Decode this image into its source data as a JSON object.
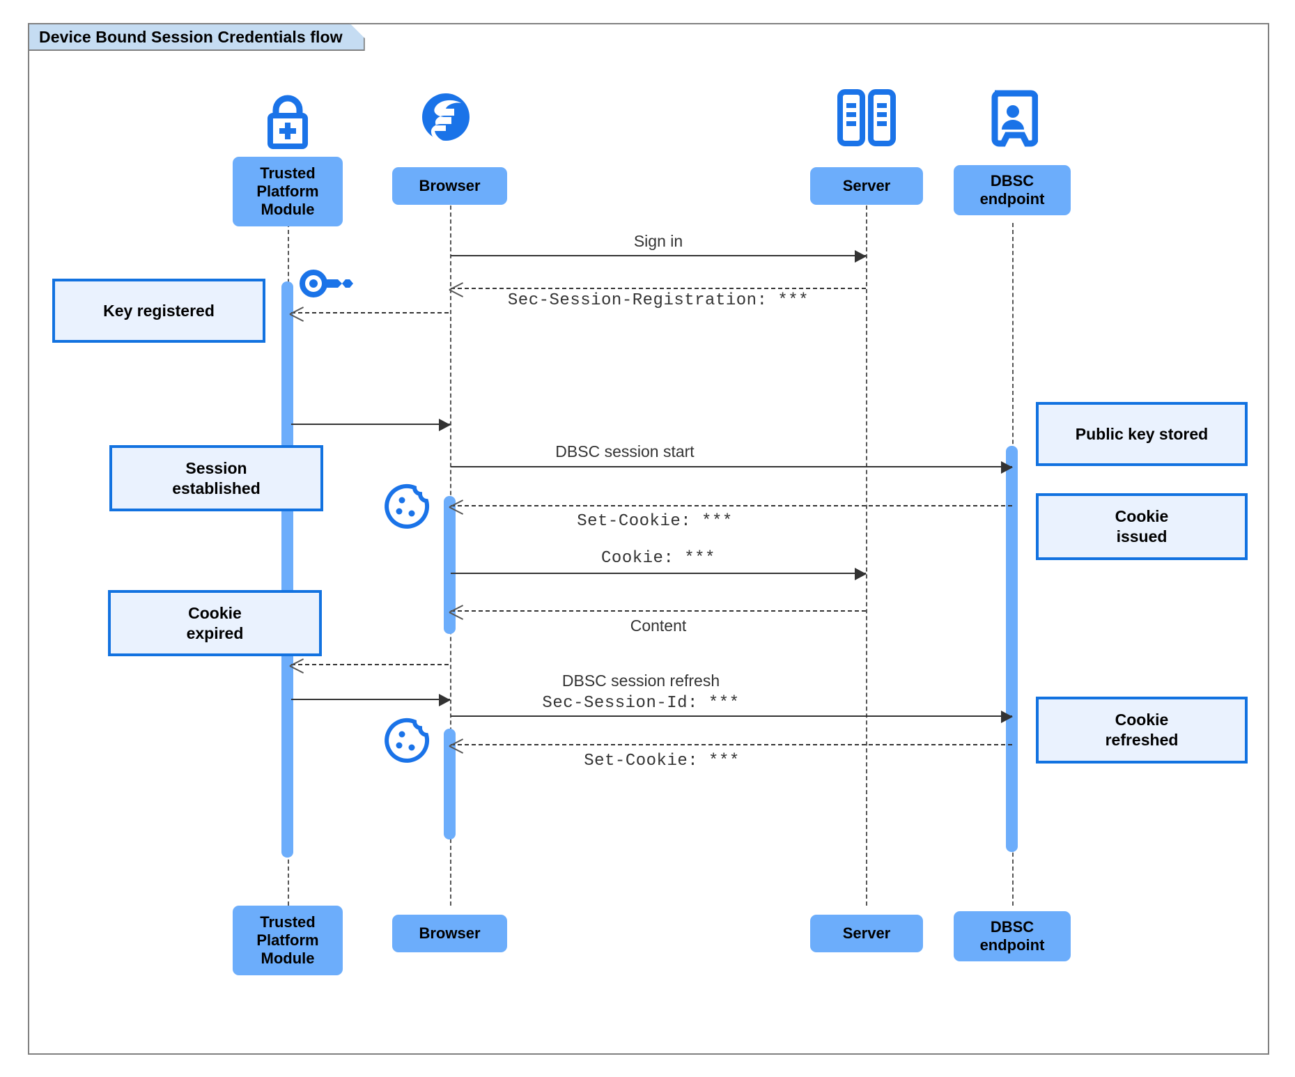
{
  "diagram": {
    "title": "Device Bound Session Credentials flow",
    "type": "sequence-diagram",
    "colors": {
      "participant_fill": "#6cadfb",
      "note_fill": "#eaf2fe",
      "note_border": "#1272e0",
      "activation_fill": "#6cadfb",
      "icon_blue": "#1a73e8",
      "frame_border": "#808080",
      "title_fill": "#c5dcf2",
      "line": "#333333"
    }
  },
  "participants": [
    {
      "id": "tpm",
      "label": "Trusted\nPlatform\nModule",
      "icon": "padlock-plus-icon"
    },
    {
      "id": "browser",
      "label": "Browser",
      "icon": "globe-icon"
    },
    {
      "id": "server",
      "label": "Server",
      "icon": "server-racks-icon"
    },
    {
      "id": "dbsc",
      "label": "DBSC\nendpoint",
      "icon": "id-badge-icon"
    }
  ],
  "participants_bottom": [
    {
      "id": "tpm",
      "label": "Trusted\nPlatform\nModule"
    },
    {
      "id": "browser",
      "label": "Browser"
    },
    {
      "id": "server",
      "label": "Server"
    },
    {
      "id": "dbsc",
      "label": "DBSC\nendpoint"
    }
  ],
  "messages": [
    {
      "id": "m1",
      "from": "browser",
      "to": "server",
      "label": "Sign in",
      "style": "solid",
      "font": "sans"
    },
    {
      "id": "m2",
      "from": "server",
      "to": "browser",
      "label": "Sec-Session-Registration: ***",
      "style": "dashed",
      "font": "mono"
    },
    {
      "id": "m3",
      "from": "browser",
      "to": "tpm",
      "label": "",
      "style": "dashed",
      "font": "sans"
    },
    {
      "id": "m4",
      "from": "tpm",
      "to": "browser",
      "label": "",
      "style": "solid",
      "font": "sans"
    },
    {
      "id": "m5",
      "from": "browser",
      "to": "dbsc",
      "label": "DBSC session start",
      "style": "solid",
      "font": "sans"
    },
    {
      "id": "m6",
      "from": "dbsc",
      "to": "browser",
      "label": "Set-Cookie: ***",
      "style": "dashed",
      "font": "mono"
    },
    {
      "id": "m7",
      "from": "browser",
      "to": "server",
      "label": "Cookie: ***",
      "style": "solid",
      "font": "mono"
    },
    {
      "id": "m8",
      "from": "server",
      "to": "browser",
      "label": "Content",
      "style": "dashed",
      "font": "sans"
    },
    {
      "id": "m9",
      "from": "browser",
      "to": "tpm",
      "label": "",
      "style": "dashed",
      "font": "sans"
    },
    {
      "id": "m10",
      "from": "tpm",
      "to": "browser",
      "label": "",
      "style": "solid",
      "font": "sans"
    },
    {
      "id": "m11",
      "from": "browser",
      "to": "dbsc",
      "label_line1": "DBSC session refresh",
      "label_line2": "Sec-Session-Id: ***",
      "style": "solid",
      "font": "mixed"
    },
    {
      "id": "m12",
      "from": "dbsc",
      "to": "browser",
      "label": "Set-Cookie: ***",
      "style": "dashed",
      "font": "mono"
    }
  ],
  "notes": [
    {
      "id": "n1",
      "label": "Key registered",
      "side": "left-of-tpm"
    },
    {
      "id": "n2",
      "label": "Session\nestablished",
      "side": "over-tpm"
    },
    {
      "id": "n3",
      "label": "Cookie\nexpired",
      "side": "over-tpm"
    },
    {
      "id": "n4",
      "label": "Public key stored",
      "side": "right-of-dbsc"
    },
    {
      "id": "n5",
      "label": "Cookie\nissued",
      "side": "right-of-dbsc"
    },
    {
      "id": "n6",
      "label": "Cookie\nrefreshed",
      "side": "right-of-dbsc"
    }
  ],
  "inline_icons": [
    {
      "id": "key1",
      "name": "key-icon",
      "near": "tpm-lifeline"
    },
    {
      "id": "cookie1",
      "name": "cookie-icon",
      "near": "browser-lifeline"
    },
    {
      "id": "cookie2",
      "name": "cookie-icon",
      "near": "browser-lifeline"
    }
  ]
}
